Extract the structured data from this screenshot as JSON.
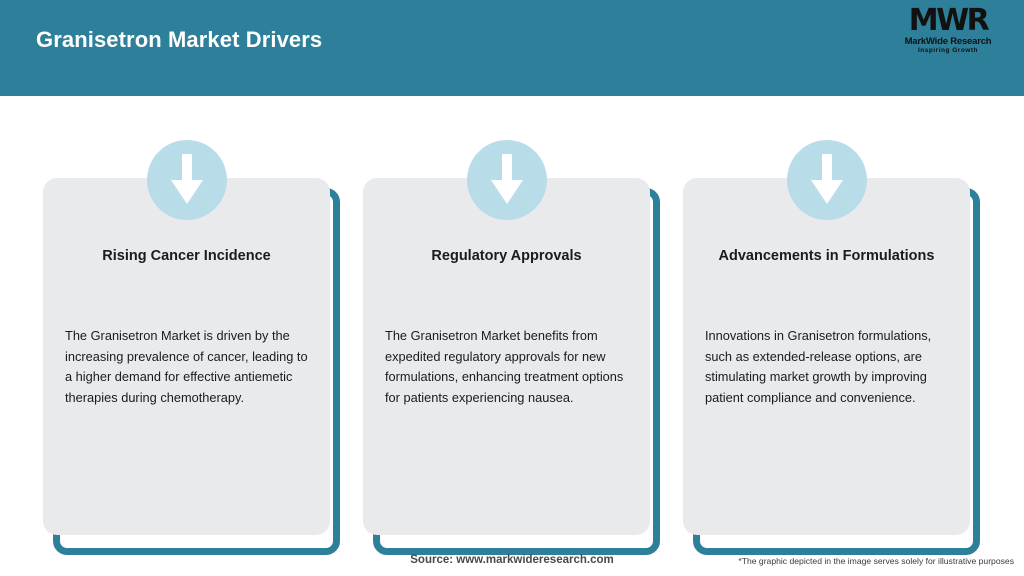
{
  "header": {
    "title": "Granisetron Market Drivers",
    "background_color": "#2e7f99",
    "title_color": "#ffffff"
  },
  "logo": {
    "mark": "MWR",
    "name": "MarkWide Research",
    "tagline": "Inspiring Growth"
  },
  "theme": {
    "accent_color": "#2e7f99",
    "card_background": "#e8eaec",
    "icon_circle_color": "#b8dce8",
    "icon_arrow_color": "#ffffff"
  },
  "cards": [
    {
      "icon": "down-arrow-icon",
      "title": "Rising Cancer Incidence",
      "body": "The Granisetron Market is driven by the increasing prevalence of cancer, leading to a higher demand for effective antiemetic therapies during chemotherapy."
    },
    {
      "icon": "down-arrow-icon",
      "title": "Regulatory Approvals",
      "body": "The Granisetron Market benefits from expedited regulatory approvals for new formulations, enhancing treatment options for patients experiencing nausea."
    },
    {
      "icon": "down-arrow-icon",
      "title": "Advancements in Formulations",
      "body": "Innovations in Granisetron formulations, such as extended-release options, are stimulating market growth by improving patient compliance and convenience."
    }
  ],
  "footer": {
    "source": "Source: www.markwideresearch.com",
    "disclaimer": "*The graphic depicted in the image serves solely for illustrative purposes"
  }
}
